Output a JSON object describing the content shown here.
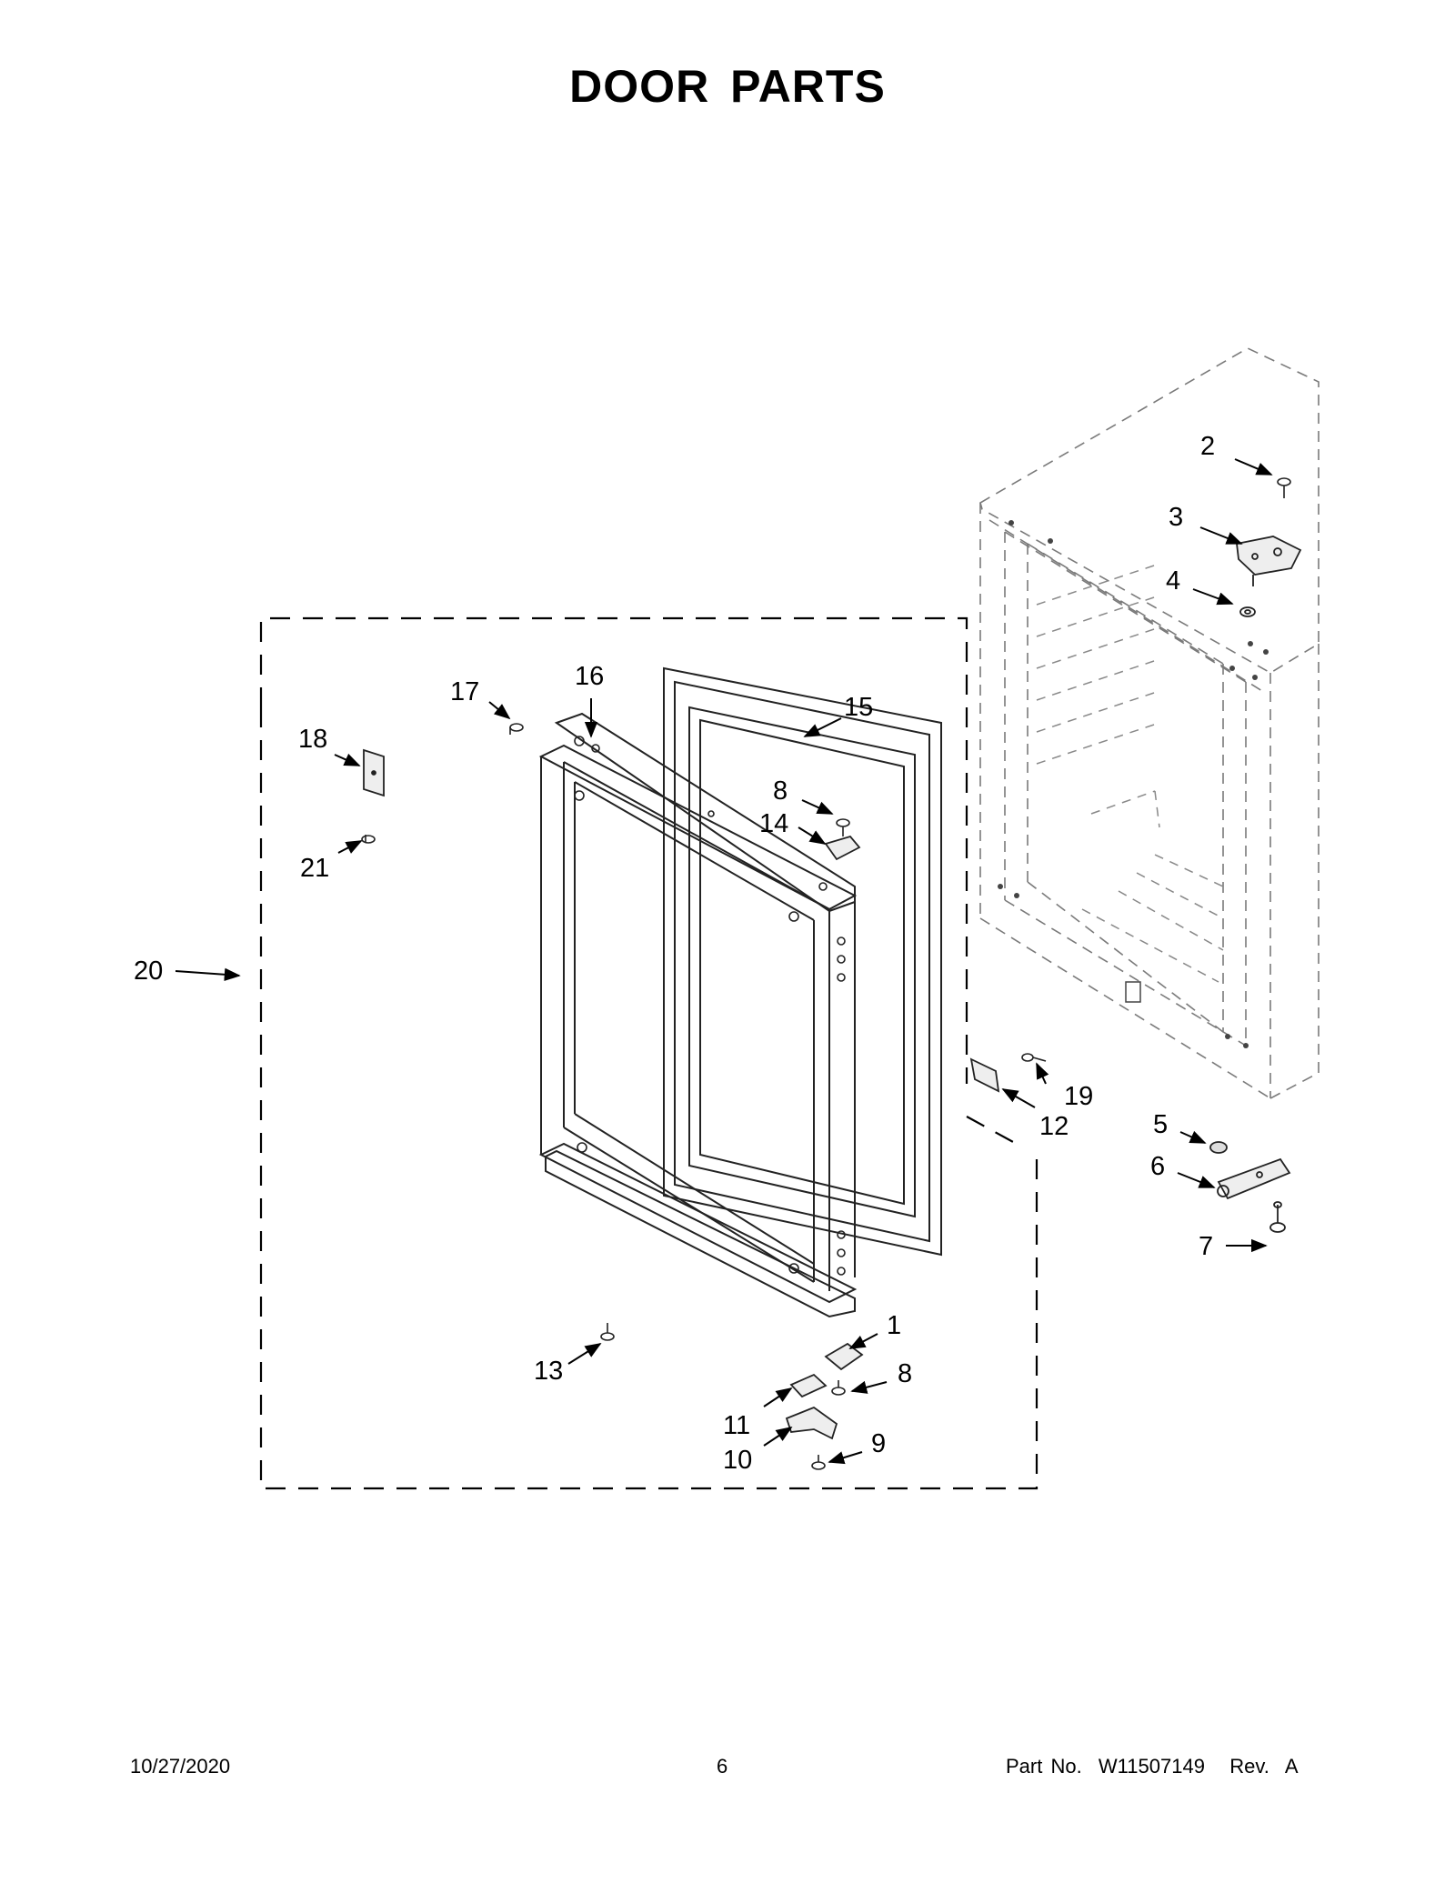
{
  "title": "DOOR PARTS",
  "callouts": [
    {
      "number": "1"
    },
    {
      "number": "2"
    },
    {
      "number": "3"
    },
    {
      "number": "4"
    },
    {
      "number": "5"
    },
    {
      "number": "6"
    },
    {
      "number": "7"
    },
    {
      "number": "8"
    },
    {
      "number": "8"
    },
    {
      "number": "9"
    },
    {
      "number": "10"
    },
    {
      "number": "11"
    },
    {
      "number": "12"
    },
    {
      "number": "13"
    },
    {
      "number": "14"
    },
    {
      "number": "15"
    },
    {
      "number": "16"
    },
    {
      "number": "17"
    },
    {
      "number": "18"
    },
    {
      "number": "19"
    },
    {
      "number": "20"
    },
    {
      "number": "21"
    }
  ],
  "footer": {
    "date": "10/27/2020",
    "page": "6",
    "part": "Part No.  W11507149   Rev.  A"
  }
}
